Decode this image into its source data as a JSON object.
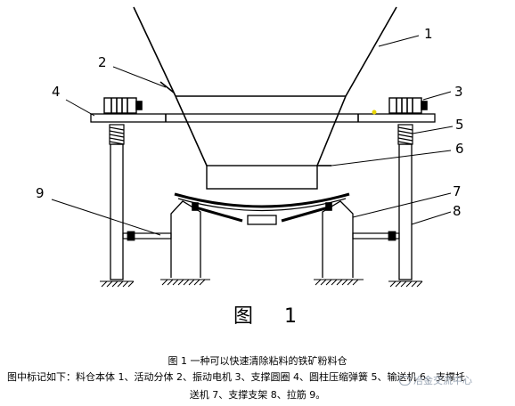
{
  "diagram": {
    "labels": [
      "1",
      "2",
      "3",
      "4",
      "5",
      "6",
      "7",
      "8",
      "9"
    ],
    "figure_label": "图 1"
  },
  "caption": {
    "title": "图 1 一种可以快速清除粘料的铁矿粉料仓",
    "legend_line1": "图中标记如下：料仓本体 1、活动分体 2、振动电机 3、支撑圆圈 4、圆柱压缩弹簧 5、输送机 6、支撑托",
    "legend_line2": "送机 7、支撑支架 8、拉筋 9。"
  },
  "watermark": {
    "text": "冶金交流中心"
  }
}
